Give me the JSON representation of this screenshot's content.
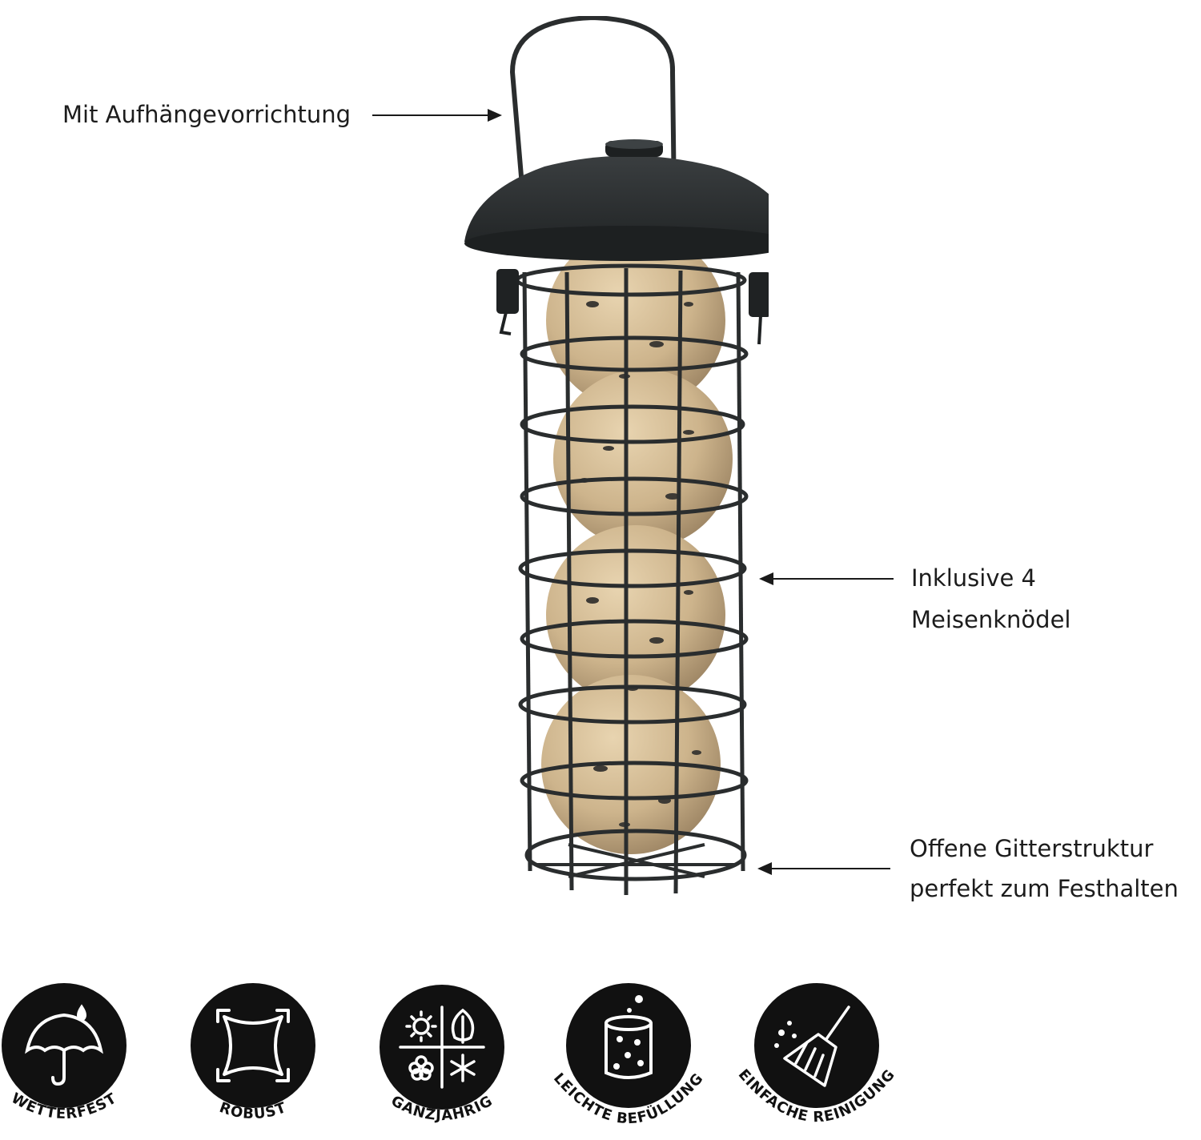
{
  "callouts": {
    "hanger": "Mit Aufhängevorrichtung",
    "balls": "Inklusive 4 Meisenknödel",
    "grid_line1": "Offene Gitterstruktur",
    "grid_line2": "perfekt zum Festhalten"
  },
  "badges": [
    {
      "label": "WETTERFEST",
      "icon": "umbrella-rain-icon"
    },
    {
      "label": "ROBUST",
      "icon": "square-arrows-icon"
    },
    {
      "label": "GANZJÄHRIG",
      "icon": "four-seasons-icon"
    },
    {
      "label": "LEICHTE BEFÜLLUNG",
      "icon": "cylinder-filling-icon"
    },
    {
      "label": "EINFACHE REINIGUNG",
      "icon": "brush-cleaning-icon"
    }
  ],
  "colors": {
    "badge_fill": "#111111",
    "feeder_metal": "#2a2d2e",
    "suet_ball": "#cdb48c"
  },
  "product": {
    "suet_ball_count": 4
  }
}
